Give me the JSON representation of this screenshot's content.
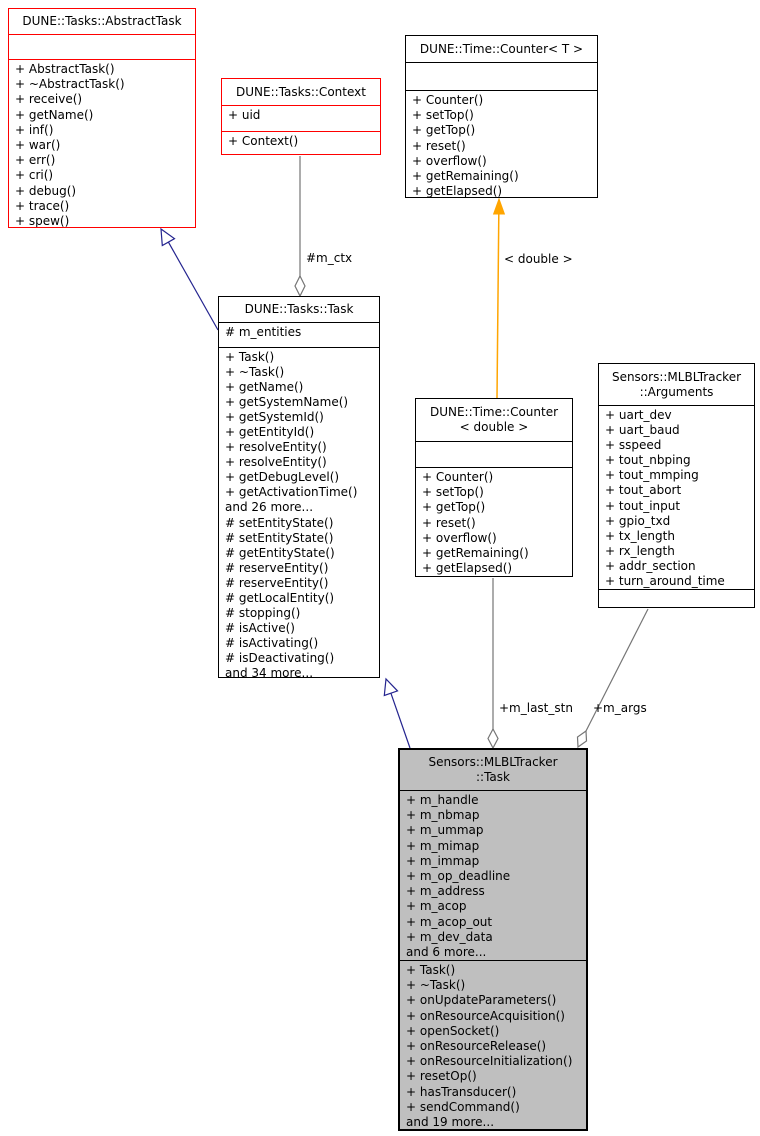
{
  "colors": {
    "red_border": "#ff0000",
    "black_border": "#000000",
    "white_fill": "#ffffff",
    "gray_fill": "#bfbfbf",
    "inherit_edge": "#24248f",
    "template_edge": "#ffa500",
    "aggregate_edge": "#757575"
  },
  "classes": {
    "abstract_task": {
      "title": "DUNE::Tasks::AbstractTask",
      "attributes": [],
      "methods": [
        "+ AbstractTask()",
        "+ ~AbstractTask()",
        "+ receive()",
        "+ getName()",
        "+ inf()",
        "+ war()",
        "+ err()",
        "+ cri()",
        "+ debug()",
        "+ trace()",
        "+ spew()"
      ]
    },
    "context": {
      "title": "DUNE::Tasks::Context",
      "attributes": [
        "+ uid"
      ],
      "methods": [
        "+ Context()"
      ]
    },
    "counter_t": {
      "title": "DUNE::Time::Counter< T >",
      "attributes": [],
      "methods": [
        "+ Counter()",
        "+ setTop()",
        "+ getTop()",
        "+ reset()",
        "+ overflow()",
        "+ getRemaining()",
        "+ getElapsed()"
      ]
    },
    "task": {
      "title": "DUNE::Tasks::Task",
      "attributes": [
        "# m_entities"
      ],
      "methods": [
        "+ Task()",
        "+ ~Task()",
        "+ getName()",
        "+ getSystemName()",
        "+ getSystemId()",
        "+ getEntityId()",
        "+ resolveEntity()",
        "+ resolveEntity()",
        "+ getDebugLevel()",
        "+ getActivationTime()",
        "and 26 more...",
        "# setEntityState()",
        "# setEntityState()",
        "# getEntityState()",
        "# reserveEntity()",
        "# reserveEntity()",
        "# getLocalEntity()",
        "# stopping()",
        "# isActive()",
        "# isActivating()",
        "# isDeactivating()",
        "and 34 more..."
      ]
    },
    "counter_double": {
      "title_lines": [
        "DUNE::Time::Counter",
        "< double >"
      ],
      "attributes": [],
      "methods": [
        "+ Counter()",
        "+ setTop()",
        "+ getTop()",
        "+ reset()",
        "+ overflow()",
        "+ getRemaining()",
        "+ getElapsed()"
      ]
    },
    "arguments": {
      "title_lines": [
        "Sensors::MLBLTracker",
        "::Arguments"
      ],
      "attributes": [
        "+ uart_dev",
        "+ uart_baud",
        "+ sspeed",
        "+ tout_nbping",
        "+ tout_mmping",
        "+ tout_abort",
        "+ tout_input",
        "+ gpio_txd",
        "+ tx_length",
        "+ rx_length",
        "+ addr_section",
        "+ turn_around_time"
      ],
      "methods": []
    },
    "mlbl_task": {
      "title_lines": [
        "Sensors::MLBLTracker",
        "::Task"
      ],
      "attributes": [
        "+ m_handle",
        "+ m_nbmap",
        "+ m_ummap",
        "+ m_mimap",
        "+ m_immap",
        "+ m_op_deadline",
        "+ m_address",
        "+ m_acop",
        "+ m_acop_out",
        "+ m_dev_data",
        "and 6 more..."
      ],
      "methods": [
        "+ Task()",
        "+ ~Task()",
        "+ onUpdateParameters()",
        "+ onResourceAcquisition()",
        "+ openSocket()",
        "+ onResourceRelease()",
        "+ onResourceInitialization()",
        "+ resetOp()",
        "+ hasTransducer()",
        "+ sendCommand()",
        "and 19 more..."
      ]
    }
  },
  "edges": {
    "m_ctx_label": "#m_ctx",
    "template_label": "< double >",
    "m_last_stn_label": "+m_last_stn",
    "m_args_label": "+m_args"
  }
}
